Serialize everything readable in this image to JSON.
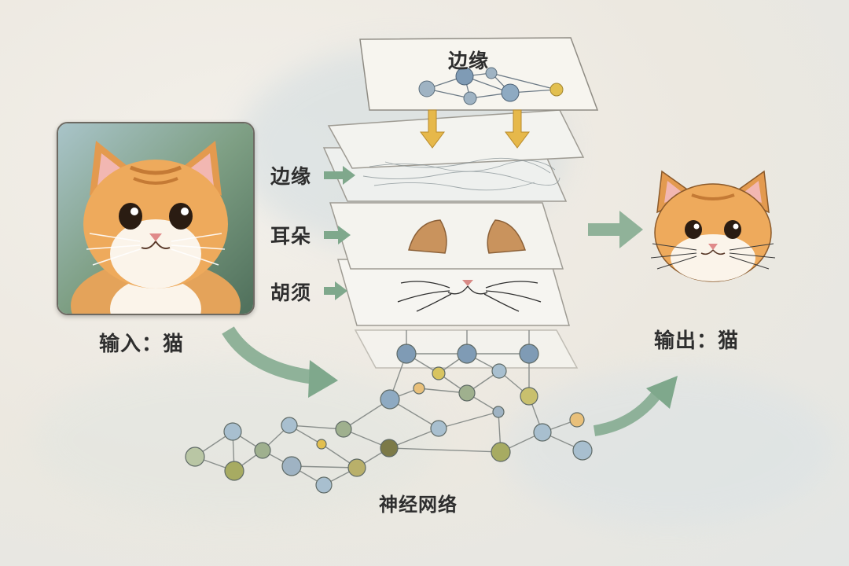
{
  "labels": {
    "input": "输入：猫",
    "output": "输出：猫",
    "network": "神经网络",
    "top_layer": "边缘",
    "side_edges": "边缘",
    "side_ears": "耳朵",
    "side_whiskers": "胡须"
  },
  "colors": {
    "arrow_green": "#7fa88c",
    "arrow_yellow": "#e6b84a",
    "cat_orange": "#e9a24f",
    "node_blue": "#8fa9c2",
    "node_olive": "#a7ab62"
  }
}
